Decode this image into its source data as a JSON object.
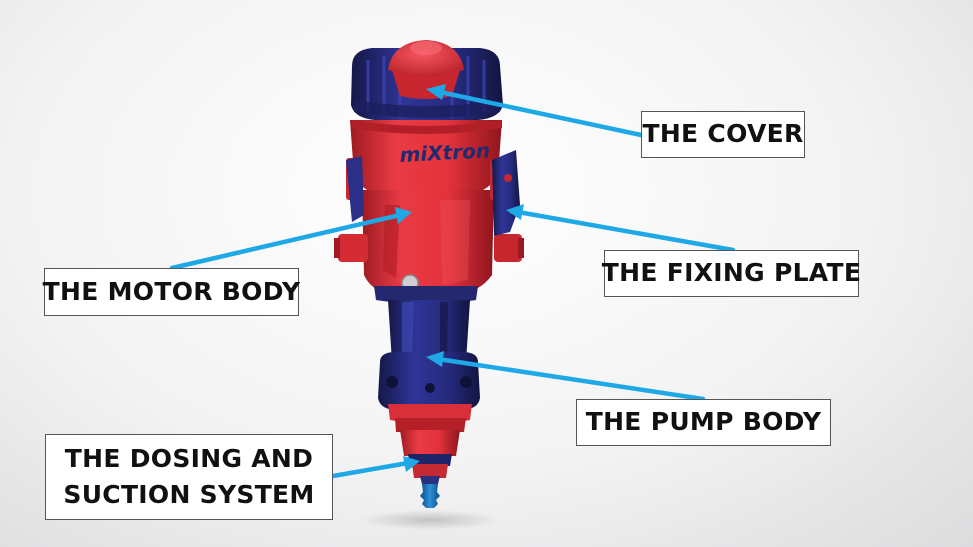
{
  "diagram": {
    "brand_logo_text": "miXtron",
    "colors": {
      "body_red": "#e8343f",
      "body_navy": "#25297a",
      "arrow_blue": "#1ea8e6",
      "label_border": "#555555"
    },
    "labels": {
      "cover": "THE COVER",
      "fixing_plate": "THE FIXING PLATE",
      "motor_body": "THE MOTOR BODY",
      "pump_body": "THE PUMP BODY",
      "dosing_line1": "THE DOSING AND",
      "dosing_line2": "SUCTION SYSTEM"
    }
  }
}
